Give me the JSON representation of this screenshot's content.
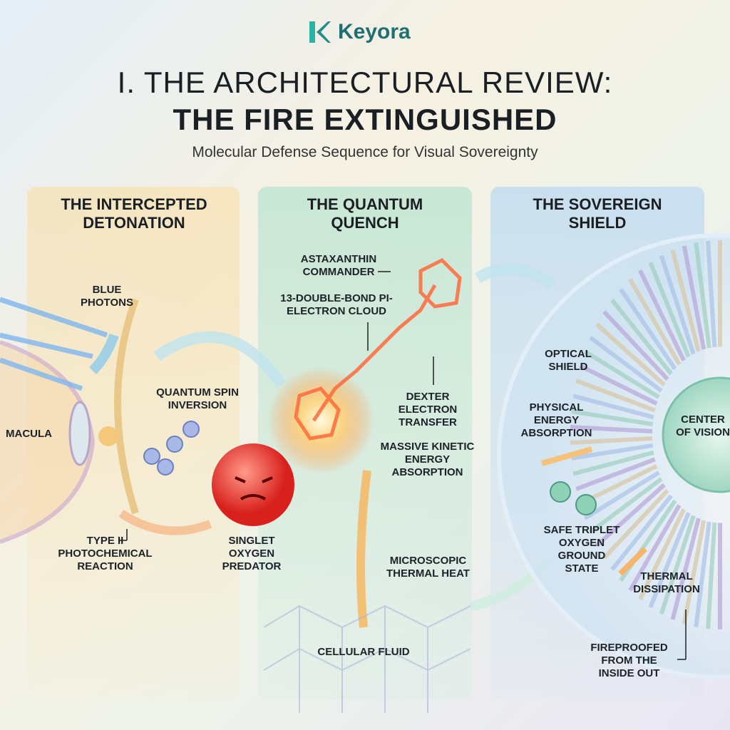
{
  "brand": {
    "name": "Keyora",
    "colors": {
      "teal": "#2bb3a8",
      "dark": "#1f6f72"
    }
  },
  "header": {
    "title_line1": "I. THE ARCHITECTURAL REVIEW:",
    "title_line2": "THE FIRE EXTINGUISHED",
    "subtitle": "Molecular Defense Sequence for Visual Sovereignty"
  },
  "panels": [
    {
      "title": "THE INTERCEPTED DETONATION",
      "labels": {
        "blue_photons": "BLUE PHOTONS",
        "macula": "MACULA",
        "spin": "QUANTUM SPIN INVERSION",
        "type2": "TYPE II PHOTOCHEMICAL REACTION",
        "singlet": "SINGLET OXYGEN PREDATOR"
      }
    },
    {
      "title": "THE QUANTUM QUENCH",
      "labels": {
        "astaxanthin": "ASTAXANTHIN COMMANDER",
        "double_bond": "13-DOUBLE-BOND PI-ELECTRON CLOUD",
        "dexter": "DEXTER ELECTRON TRANSFER",
        "kinetic": "MASSIVE KINETIC ENERGY ABSORPTION",
        "thermal_heat": "MICROSCOPIC THERMAL HEAT",
        "fluid": "CELLULAR FLUID"
      }
    },
    {
      "title": "THE SOVEREIGN SHIELD",
      "labels": {
        "optical": "OPTICAL SHIELD",
        "physical": "PHYSICAL ENERGY ABSORPTION",
        "center": "CENTER OF VISION",
        "triplet": "SAFE TRIPLET OXYGEN GROUND STATE",
        "dissipation": "THERMAL DISSIPATION",
        "fireproofed": "FIREPROOFED FROM THE INSIDE OUT"
      }
    }
  ]
}
